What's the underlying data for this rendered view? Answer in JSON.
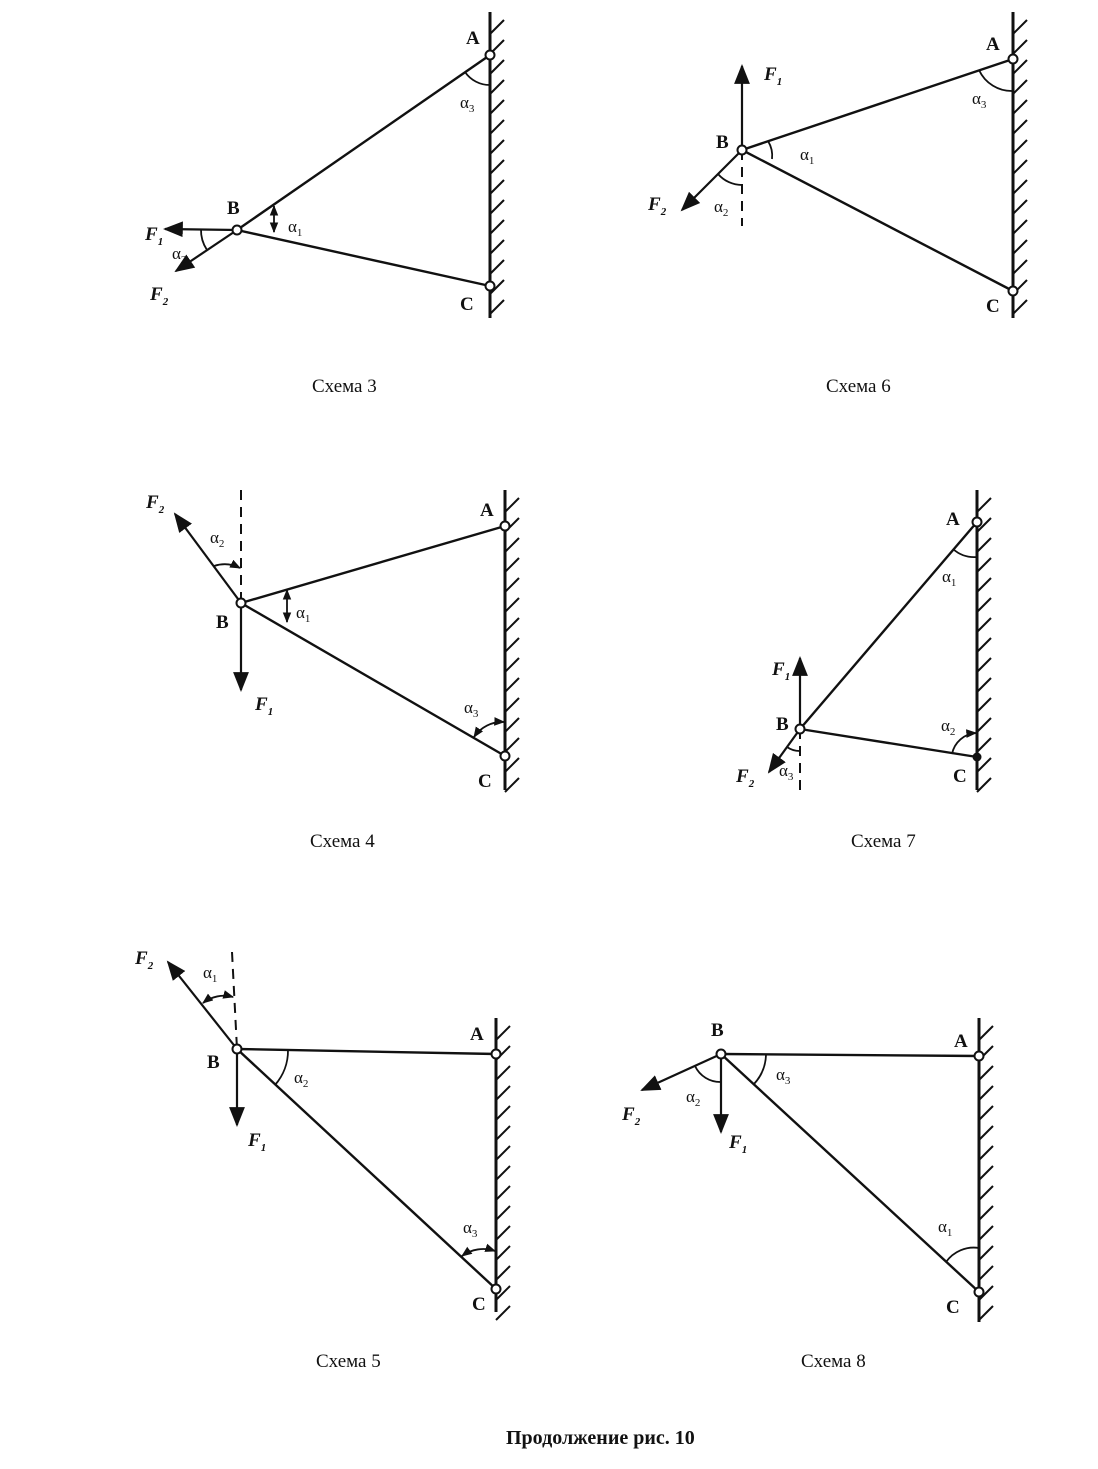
{
  "figure_caption": "Продолжение рис. 10",
  "schemes": [
    {
      "caption": "Схема 3",
      "points": {
        "A": "A",
        "B": "B",
        "C": "C"
      },
      "forces": [
        {
          "symbol": "F",
          "index": "1"
        },
        {
          "symbol": "F",
          "index": "2"
        }
      ],
      "angles": [
        {
          "symbol": "α",
          "index": "1"
        },
        {
          "symbol": "α",
          "index": "2"
        },
        {
          "symbol": "α",
          "index": "3"
        }
      ]
    },
    {
      "caption": "Схема 6",
      "points": {
        "A": "A",
        "B": "B",
        "C": "C"
      },
      "forces": [
        {
          "symbol": "F",
          "index": "1"
        },
        {
          "symbol": "F",
          "index": "2"
        }
      ],
      "angles": [
        {
          "symbol": "α",
          "index": "1"
        },
        {
          "symbol": "α",
          "index": "2"
        },
        {
          "symbol": "α",
          "index": "3"
        }
      ]
    },
    {
      "caption": "Схема 4",
      "points": {
        "A": "A",
        "B": "B",
        "C": "C"
      },
      "forces": [
        {
          "symbol": "F",
          "index": "1"
        },
        {
          "symbol": "F",
          "index": "2"
        }
      ],
      "angles": [
        {
          "symbol": "α",
          "index": "1"
        },
        {
          "symbol": "α",
          "index": "2"
        },
        {
          "symbol": "α",
          "index": "3"
        }
      ]
    },
    {
      "caption": "Схема 7",
      "points": {
        "A": "A",
        "B": "B",
        "C": "C"
      },
      "forces": [
        {
          "symbol": "F",
          "index": "1"
        },
        {
          "symbol": "F",
          "index": "2"
        }
      ],
      "angles": [
        {
          "symbol": "α",
          "index": "1"
        },
        {
          "symbol": "α",
          "index": "2"
        },
        {
          "symbol": "α",
          "index": "3"
        }
      ]
    },
    {
      "caption": "Схема 5",
      "points": {
        "A": "A",
        "B": "B",
        "C": "C"
      },
      "forces": [
        {
          "symbol": "F",
          "index": "1"
        },
        {
          "symbol": "F",
          "index": "2"
        }
      ],
      "angles": [
        {
          "symbol": "α",
          "index": "1"
        },
        {
          "symbol": "α",
          "index": "2"
        },
        {
          "symbol": "α",
          "index": "3"
        }
      ]
    },
    {
      "caption": "Схема 8",
      "points": {
        "A": "A",
        "B": "B",
        "C": "C"
      },
      "forces": [
        {
          "symbol": "F",
          "index": "1"
        },
        {
          "symbol": "F",
          "index": "2"
        }
      ],
      "angles": [
        {
          "symbol": "α",
          "index": "1"
        },
        {
          "symbol": "α",
          "index": "2"
        },
        {
          "symbol": "α",
          "index": "3"
        }
      ]
    }
  ]
}
